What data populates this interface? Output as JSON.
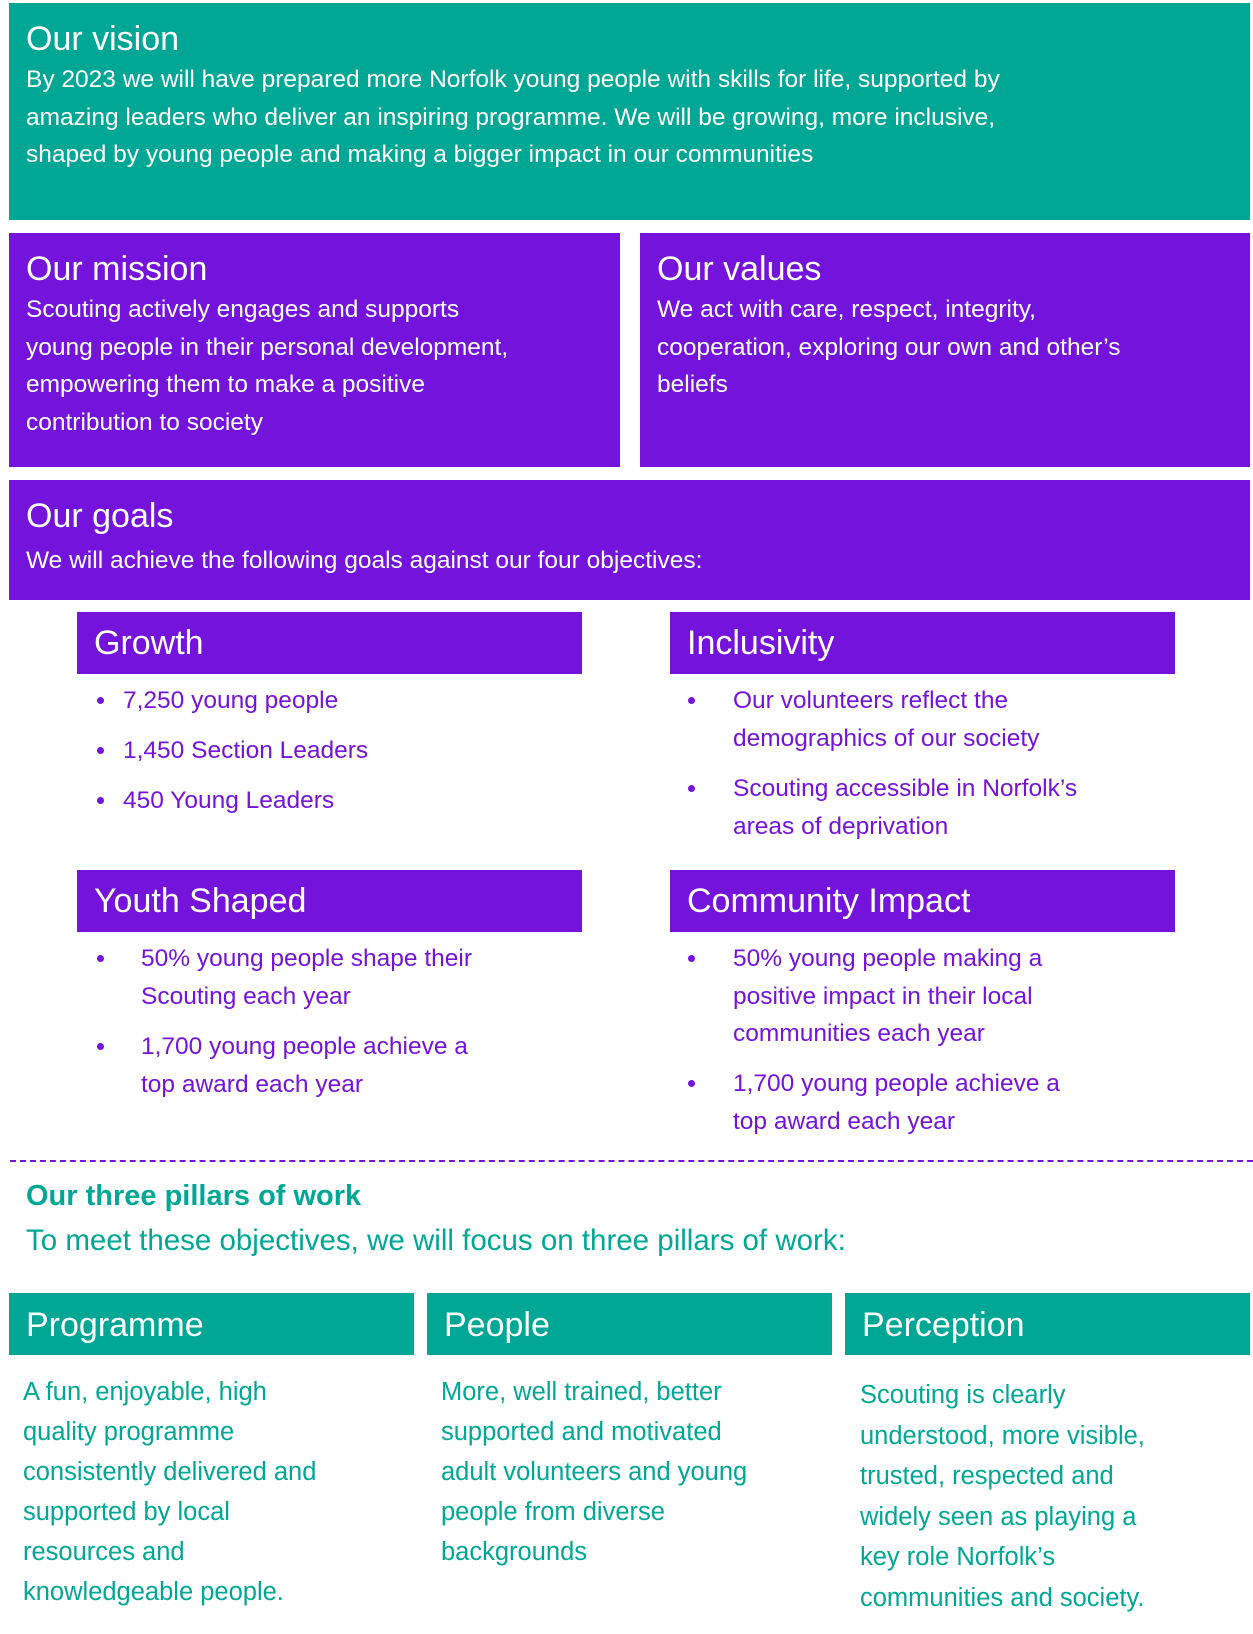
{
  "vision": {
    "title": "Our vision",
    "lines": [
      "By 2023 we will have prepared more Norfolk young people with skills for life, supported by",
      "amazing leaders who deliver an inspiring programme. We will be growing, more inclusive,",
      "shaped by young people and making a bigger impact in our communities"
    ]
  },
  "mission": {
    "title": "Our mission",
    "lines": [
      "Scouting actively engages and supports",
      "young people in their personal development,",
      "empowering them to make a positive",
      "contribution to society"
    ]
  },
  "values": {
    "title": "Our values",
    "lines": [
      "We act with care, respect, integrity,",
      "cooperation, exploring our own and other’s",
      "beliefs"
    ]
  },
  "goals": {
    "title": "Our goals",
    "intro": "We will achieve the following goals against our four objectives:",
    "growth": {
      "title": "Growth",
      "items": [
        "7,250 young people",
        "1,450 Section Leaders",
        "450 Young Leaders"
      ]
    },
    "inclusivity": {
      "title": "Inclusivity",
      "items": [
        [
          "Our volunteers reflect the",
          "demographics of our society"
        ],
        [
          "Scouting accessible in Norfolk’s",
          "areas of deprivation"
        ]
      ]
    },
    "youth": {
      "title": "Youth Shaped",
      "items": [
        [
          "50% young people shape their",
          "Scouting each year"
        ],
        [
          "1,700 young people achieve a",
          "top award each year"
        ]
      ]
    },
    "community": {
      "title": "Community Impact",
      "items": [
        [
          "50% young people making a",
          "positive impact in their local",
          "communities each year"
        ],
        [
          "1,700 young people achieve a",
          "top award each year"
        ]
      ]
    }
  },
  "pillars": {
    "title": "Our three pillars of work",
    "intro": "To meet these objectives, we will focus on three pillars of work:",
    "items": [
      {
        "title": "Programme",
        "lines": [
          "A fun, enjoyable, high",
          "quality programme",
          "consistently delivered and",
          "supported by local",
          "resources and",
          "knowledgeable people."
        ]
      },
      {
        "title": "People",
        "lines": [
          "More, well trained, better",
          "supported and motivated",
          "adult volunteers and young",
          "people from diverse",
          "backgrounds"
        ]
      },
      {
        "title": "Perception",
        "lines": [
          "Scouting is clearly",
          "understood, more visible,",
          "trusted, respected and",
          "widely seen as playing a",
          "key role Norfolk’s",
          "communities and society."
        ]
      }
    ]
  },
  "colors": {
    "teal": "#00A794",
    "purple": "#7413DC"
  }
}
